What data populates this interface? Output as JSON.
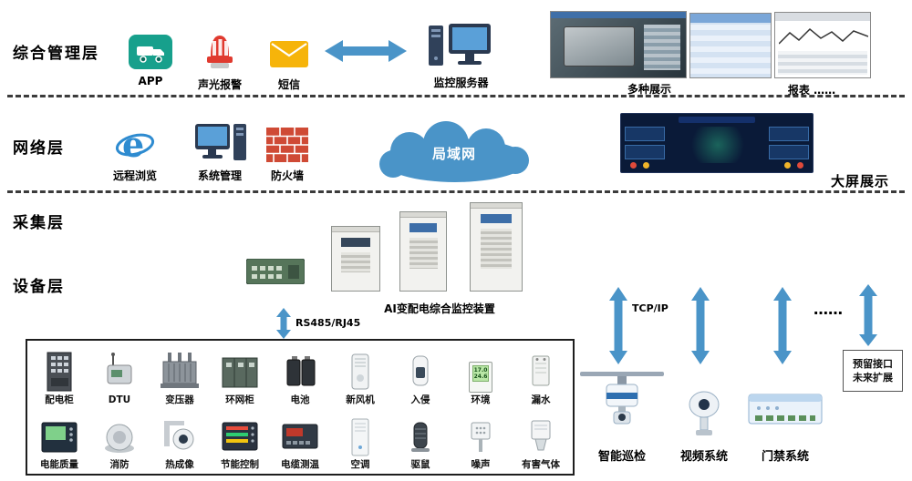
{
  "colors": {
    "accent_blue": "#4a94c8",
    "app_green": "#17a08c",
    "alarm_red": "#e03a2f",
    "sms_yellow": "#f6b40a",
    "firewall_brick": "#cf4a35",
    "bigscreen_navy": "#0a1a38"
  },
  "icons": {
    "app": "app-icon",
    "alarm": "siren-icon",
    "sms": "envelope-icon",
    "link": "double-arrow-icon",
    "server": "monitor-tower-icon",
    "remote": "ie-browser-icon",
    "system": "computer-icon",
    "firewall": "brick-wall-icon",
    "lan": "cloud-icon",
    "patrol": "rail-robot-icon",
    "video": "ptz-camera-icon",
    "access": "access-controller-icon"
  },
  "layers": {
    "management": "综合管理层",
    "network": "网络层",
    "collection": "采集层",
    "device": "设备层"
  },
  "management": {
    "app_label": "APP",
    "alarm_label": "声光报警",
    "sms_label": "短信",
    "server_label": "监控服务器",
    "display_label": "多种展示",
    "report_label": "报表 ……"
  },
  "network": {
    "remote_label": "远程浏览",
    "system_label": "系统管理",
    "firewall_label": "防火墙",
    "cloud_label": "局域网",
    "bigscreen_label": "大屏展示"
  },
  "collection": {
    "device_label": "AI变配电综合监控装置",
    "bus_label": "RS485/RJ45",
    "tcpip_label": "TCP/IP",
    "ellipsis": "……"
  },
  "device_grid": {
    "row1": [
      "配电柜",
      "DTU",
      "变压器",
      "环网柜",
      "电池",
      "新风机",
      "入侵",
      "环境",
      "漏水"
    ],
    "row2": [
      "电能质量",
      "消防",
      "热成像",
      "节能控制",
      "电缆测温",
      "空调",
      "驱鼠",
      "噪声",
      "有害气体"
    ]
  },
  "env_display": {
    "line1": "17.0",
    "line2": "24.6"
  },
  "right_systems": {
    "patrol_label": "智能巡检",
    "video_label": "视频系统",
    "access_label": "门禁系统",
    "reserved_line1": "预留接口",
    "reserved_line2": "未来扩展"
  }
}
